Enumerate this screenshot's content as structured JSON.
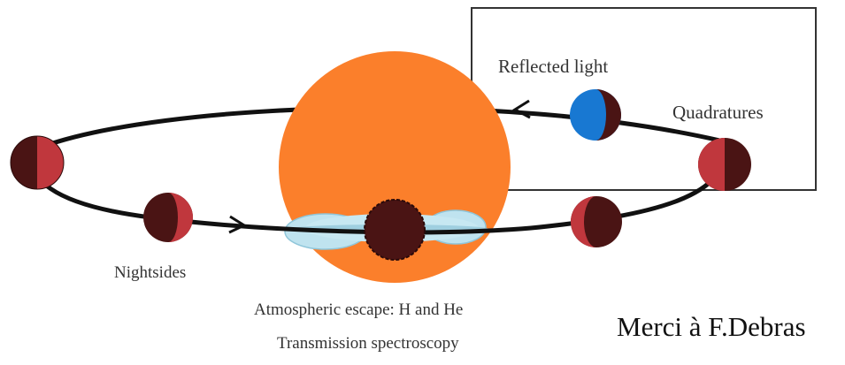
{
  "labels": {
    "reflected_light": "Reflected light",
    "quadratures": "Quadratures",
    "nightsides": "Nightsides",
    "atmospheric_escape": "Atmospheric escape: H and He",
    "transmission": "Transmission spectroscopy",
    "credit": "Merci à F.Debras"
  },
  "colors": {
    "star": "#fb7f2b",
    "orbit": "#111111",
    "planet_dark": "#4a1414",
    "planet_light": "#c0373d",
    "planet_day_reflect": "#1878d2",
    "atmosphere": "#bfe3ef",
    "box": "#333333"
  }
}
